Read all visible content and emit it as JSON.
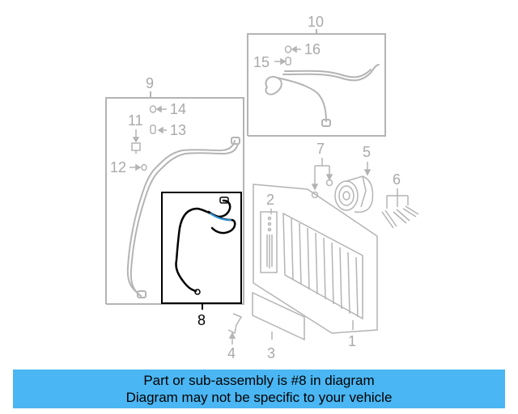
{
  "diagram": {
    "callouts": {
      "c1": "1",
      "c2": "2",
      "c3": "3",
      "c4": "4",
      "c5": "5",
      "c6": "6",
      "c7": "7",
      "c8": "8",
      "c9": "9",
      "c10": "10",
      "c11": "11",
      "c12": "12",
      "c13": "13",
      "c14": "14",
      "c15": "15",
      "c16": "16"
    },
    "highlighted_callout": "8",
    "colors": {
      "line_gray": "#b4b4b4",
      "highlight_line": "#000000",
      "hose_accent": "#2a8fd6",
      "banner": "#4ab6f3"
    }
  },
  "banner": {
    "line1": "Part or sub-assembly is #8 in diagram",
    "line2": "Diagram may not be specific to your vehicle"
  }
}
